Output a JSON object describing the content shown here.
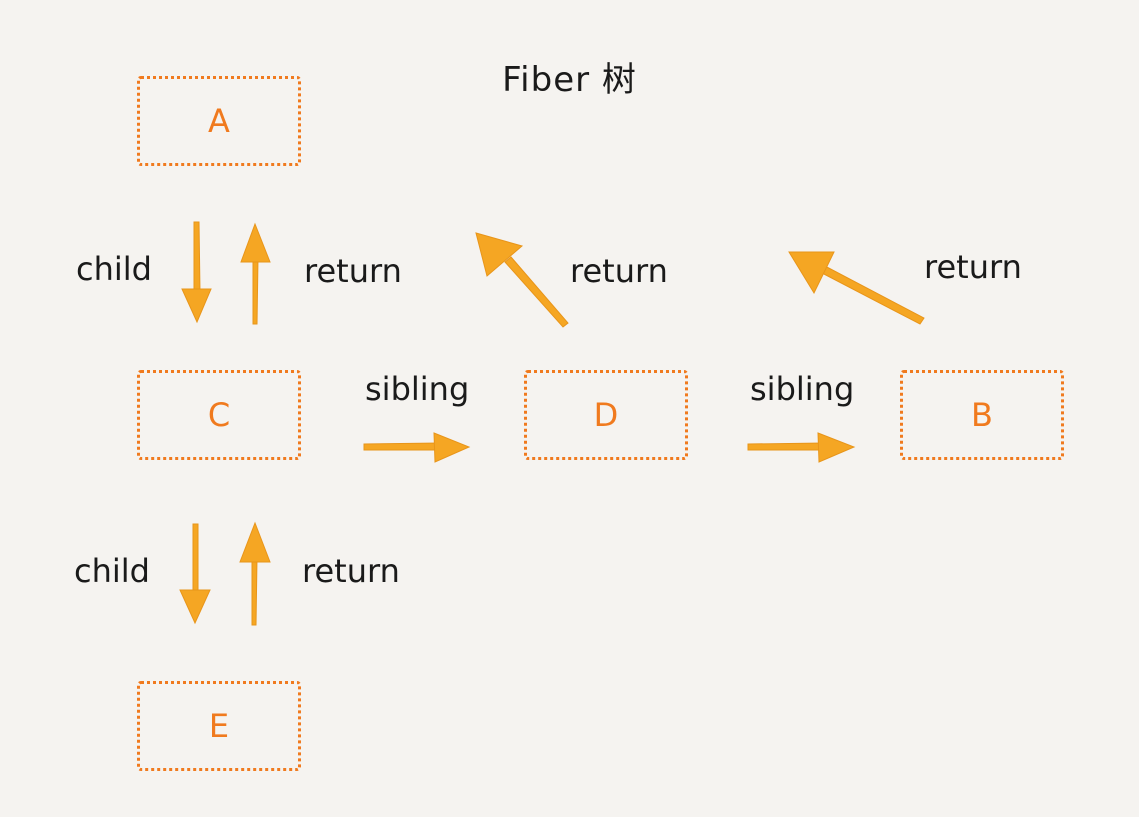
{
  "title": "Fiber 树",
  "nodes": {
    "a": "A",
    "b": "B",
    "c": "C",
    "d": "D",
    "e": "E"
  },
  "edges": {
    "child_a_c": "child",
    "return_c_a": "return",
    "sibling_c_d": "sibling",
    "return_d_a": "return",
    "sibling_d_b": "sibling",
    "return_b_a": "return",
    "child_c_e": "child",
    "return_e_c": "return"
  },
  "colors": {
    "node": "#f07a1e",
    "arrow": "#f5a623",
    "text": "#1a1a1a",
    "background": "#f5f3f0"
  }
}
